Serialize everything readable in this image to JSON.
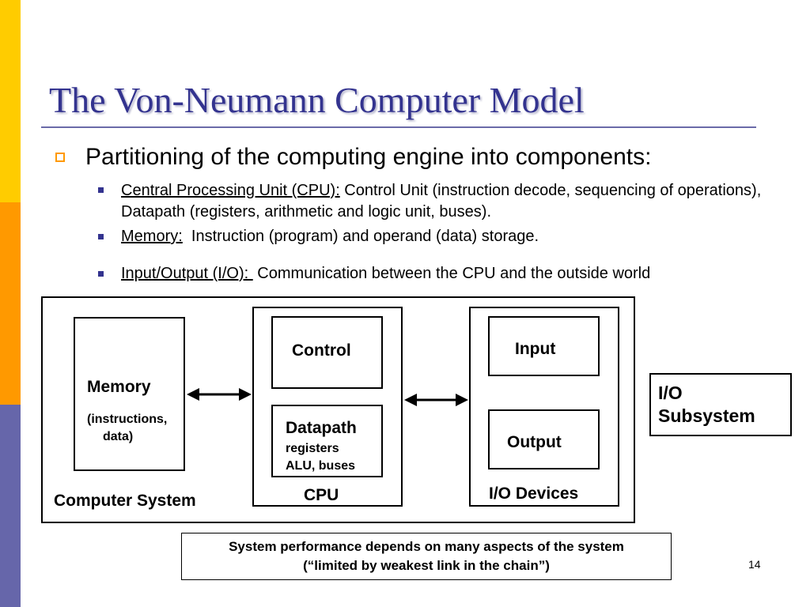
{
  "slide": {
    "title": "The Von-Neumann Computer Model",
    "bullet": "Partitioning of the computing engine into components:",
    "items": [
      {
        "term": "Central Processing Unit (CPU):",
        "desc": " Control Unit (instruction decode, sequencing of operations), Datapath (registers, arithmetic and logic unit, buses)."
      },
      {
        "term": "Memory:",
        "desc": "  Instruction (program) and operand (data) storage."
      },
      {
        "term": "Input/Output (I/O): ",
        "desc": " Communication between the CPU and the outside world"
      }
    ],
    "page_number": "14"
  },
  "diagram": {
    "memory": {
      "label": "Memory",
      "sub_line1": "(instructions,",
      "sub_line2": "data)"
    },
    "cpu": {
      "label": "CPU",
      "control": "Control",
      "datapath": "Datapath",
      "datapath_line1": "registers",
      "datapath_line2": "ALU, buses"
    },
    "io": {
      "input": "Input",
      "output": "Output",
      "devices_label": "I/O Devices"
    },
    "system_label": "Computer System",
    "subsystem_line1": "I/O",
    "subsystem_line2": "Subsystem"
  },
  "note": {
    "line1": "System performance depends on many aspects of the system",
    "line2": "(“limited by weakest link in the chain”)"
  },
  "colors": {
    "title": "#33338f",
    "yellow": "#ffcc00",
    "orange": "#ff9900",
    "purple": "#6666aa"
  }
}
